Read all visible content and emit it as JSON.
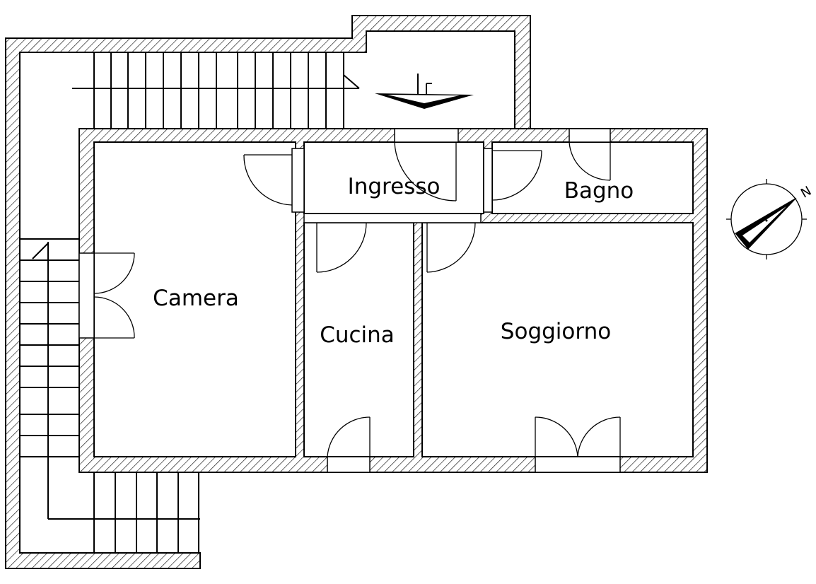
{
  "floor_plan": {
    "rooms": [
      {
        "id": "camera",
        "label": "Camera"
      },
      {
        "id": "ingresso",
        "label": "Ingresso"
      },
      {
        "id": "bagno",
        "label": "Bagno"
      },
      {
        "id": "cucina",
        "label": "Cucina"
      },
      {
        "id": "soggiorno",
        "label": "Soggiorno"
      }
    ],
    "compass": {
      "label": "N"
    },
    "colors": {
      "wall_outline": "#000000",
      "wall_hatch": "#000000",
      "background": "#ffffff"
    }
  }
}
